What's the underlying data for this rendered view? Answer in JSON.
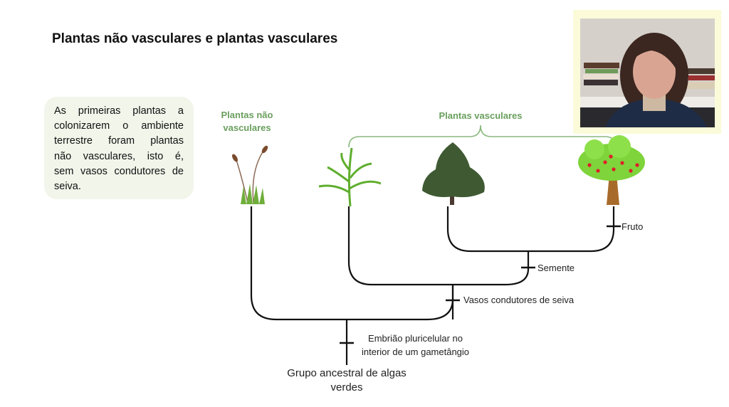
{
  "slide": {
    "title": "Plantas não vasculares e plantas vasculares",
    "info_box": {
      "lines": [
        "As primeiras plantas a",
        "colonizarem o ambiente",
        "terrestre foram plantas",
        "não vasculares, isto é,",
        "sem vasos condutores de",
        "seiva."
      ]
    }
  },
  "cladogram": {
    "group_labels": {
      "non_vascular": [
        "Plantas não",
        "vasculares"
      ],
      "vascular": "Plantas vasculares"
    },
    "taxa": [
      "moss-icon",
      "fern-icon",
      "conifer-icon",
      "fruit-tree-icon"
    ],
    "characters": {
      "fruit": "Fruto",
      "seed": "Semente",
      "vessels": "Vasos condutores de seiva",
      "embryo": [
        "Embrião pluricelular no",
        "interior de um gametângio"
      ]
    },
    "root": [
      "Grupo ancestral de algas",
      "verdes"
    ]
  },
  "colors": {
    "group_label": "#6a9f5e",
    "box_bg": "#f1f5ea",
    "cam_frame": "#fbfbd9"
  }
}
